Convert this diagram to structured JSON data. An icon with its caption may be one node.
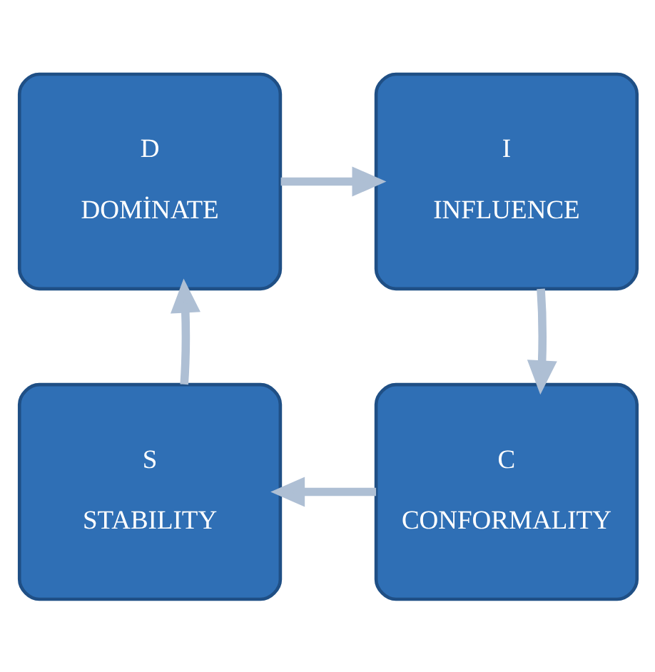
{
  "diagram": {
    "nodes": [
      {
        "text": [
          "D",
          "DOMİNATE"
        ]
      },
      {
        "text": [
          "I",
          "INFLUENCE"
        ]
      },
      {
        "text": [
          "S",
          "STABILITY"
        ]
      },
      {
        "text": [
          "C",
          "CONFORMALITY"
        ]
      }
    ],
    "edges": [
      {
        "from": 0,
        "to": 1,
        "arrow": "to"
      },
      {
        "from": 1,
        "to": 3,
        "arrow": "to"
      },
      {
        "from": 3,
        "to": 2,
        "arrow": "to"
      },
      {
        "from": 2,
        "to": 0,
        "arrow": "to"
      }
    ]
  }
}
